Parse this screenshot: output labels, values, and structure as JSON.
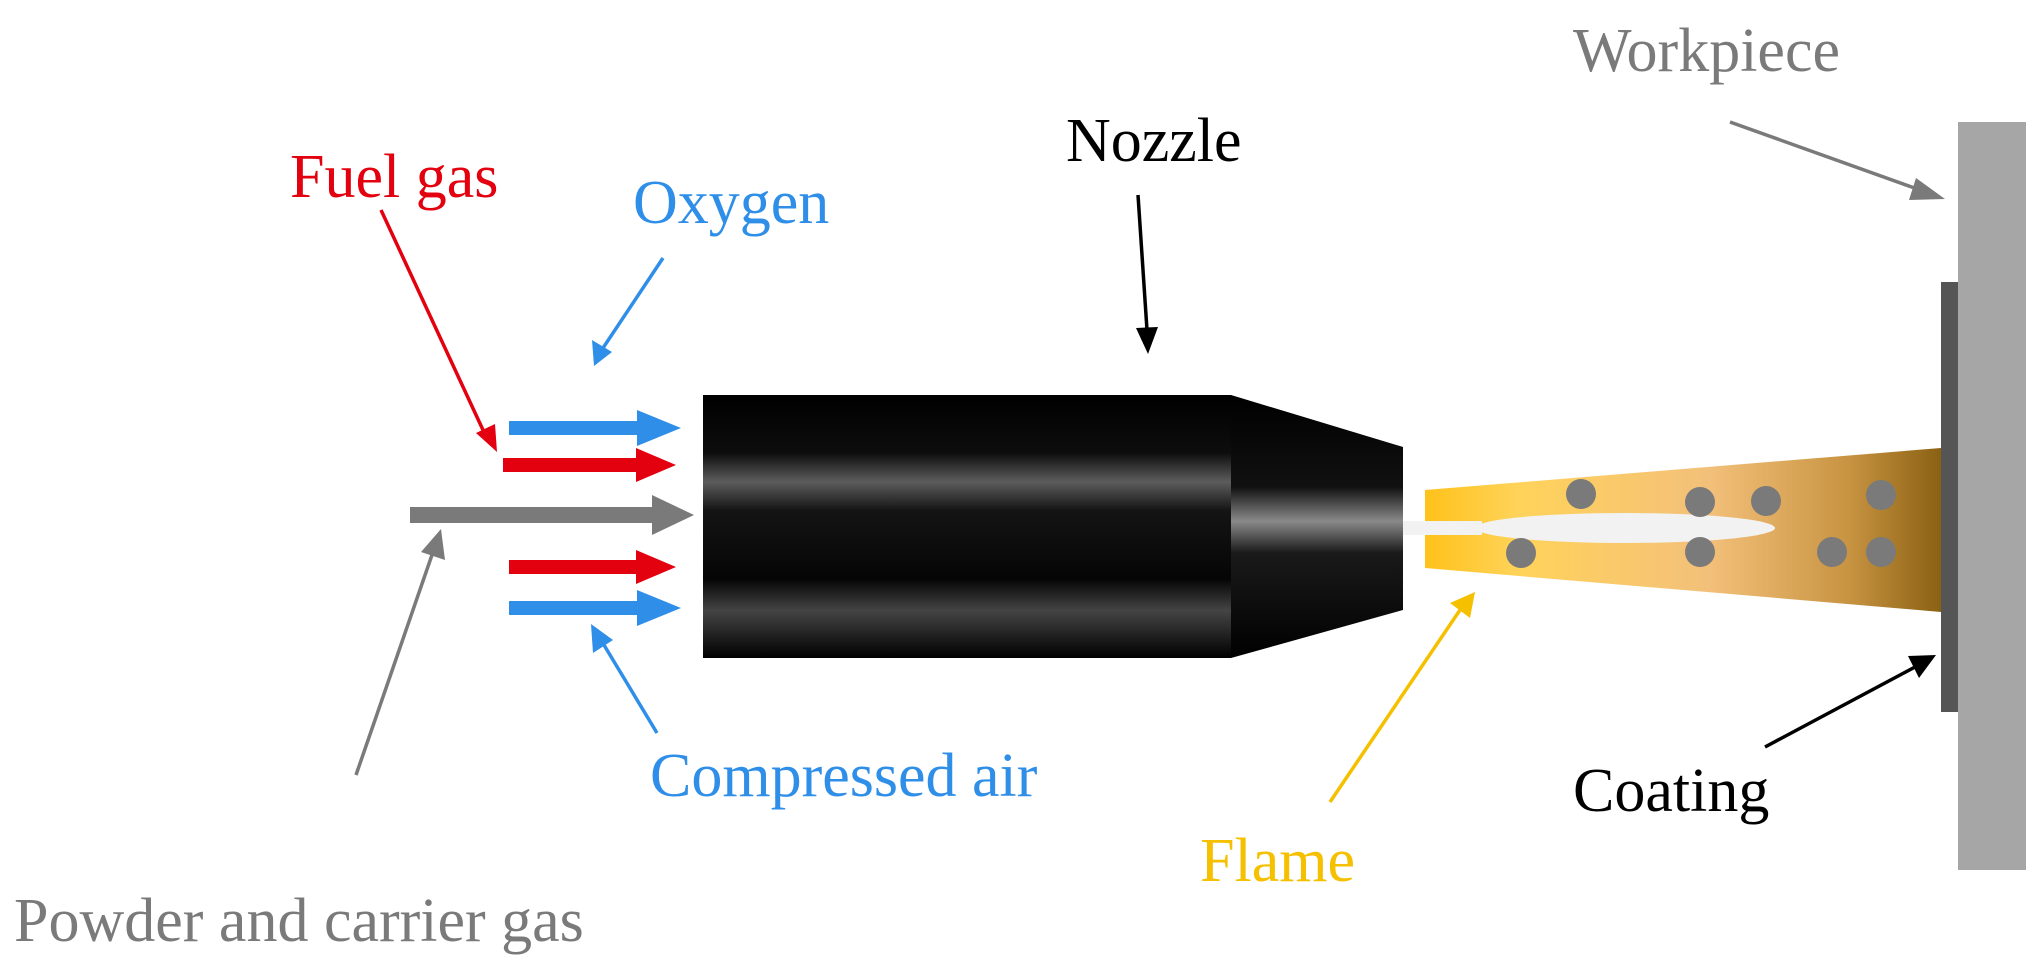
{
  "labels": {
    "fuel_gas": "Fuel gas",
    "oxygen": "Oxygen",
    "nozzle": "Nozzle",
    "workpiece": "Workpiece",
    "compressed_air": "Compressed air",
    "flame": "Flame",
    "coating": "Coating",
    "powder": "Powder and carrier gas"
  },
  "colors": {
    "fuel": "#e3000f",
    "oxygen": "#2f8fe8",
    "air": "#2f8fe8",
    "powder": "#7a7a7a",
    "black": "#000000",
    "flame": "#f5c000",
    "workpiece": "#a6a6a6",
    "coating": "#555555"
  }
}
